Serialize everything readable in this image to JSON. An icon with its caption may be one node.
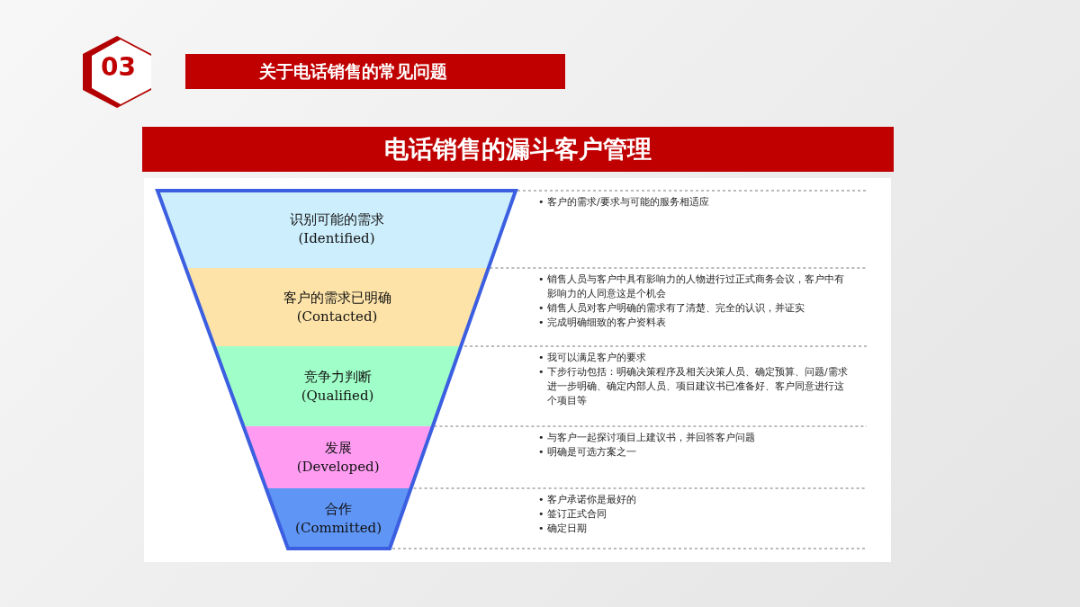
{
  "diagram": {
    "title": "电话销售的漏斗客户管理",
    "nodes": [
      {
        "text": [
          "识别可能的需求",
          "(Identified)"
        ],
        "beside": [
          "• 客户的需求/要求与可能的服务相适应"
        ]
      },
      {
        "text": [
          "客户的需求已明确",
          "(Contacted)"
        ],
        "beside": [
          "• 销售人员与客户中具有影响力的人物进行过正式商务会议，客户中有影响力的人同意这是个机会",
          "• 销售人员对客户明确的需求有了清楚、完全的认识，并证实",
          "• 完成明确细致的客户资料表"
        ]
      },
      {
        "text": [
          "竞争力判断",
          "(Qualified)"
        ],
        "beside": [
          "• 我可以满足客户的要求",
          "• 下步行动包括：明确决策程序及相关决策人员、确定预算、问题/需求进一步明确、确定内部人员、项目建议书已准备好、客户同意进行这个项目等"
        ]
      },
      {
        "text": [
          "发展",
          "(Developed)"
        ],
        "beside": [
          "• 与客户一起探讨项目上建议书，并回答客户问题",
          "• 明确是可选方案之一"
        ]
      },
      {
        "text": [
          "合作",
          "(Committed)"
        ],
        "beside": [
          "• 客户承诺你是最好的",
          "• 签订正式合同",
          "• 确定日期"
        ]
      }
    ],
    "labels": [
      "03",
      "关于电话销售的常见问题"
    ]
  }
}
